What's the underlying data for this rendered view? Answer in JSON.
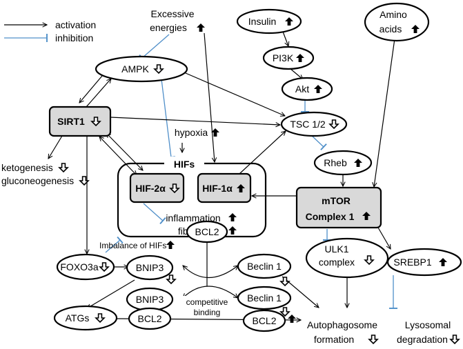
{
  "legend": {
    "activation": "activation",
    "inhibition": "inhibition"
  },
  "nodes": {
    "excessive_energies": [
      "Excessive",
      "energies"
    ],
    "insulin": "Insulin",
    "amino_acids": [
      "Amino",
      "acids"
    ],
    "pi3k": "PI3K",
    "ampk": "AMPK",
    "akt": "Akt",
    "sirt1": "SIRT1",
    "tsc": "TSC 1/2",
    "hypoxia": "hypoxia",
    "ketogenesis": "ketogenesis",
    "gluconeogenesis": "gluconeogenesis",
    "hifs": "HIFs",
    "rheb": "Rheb",
    "hif2a": "HIF-2α",
    "hif1a": "HIF-1α",
    "mtor": [
      "mTOR",
      "Complex 1"
    ],
    "inflammation": "inflammation",
    "fibrosis": "fibrosis",
    "imbalance": "Imbalance of HIFs",
    "bcl2_top": "BCL2",
    "ulk1": [
      "ULK1",
      "complex"
    ],
    "srebp1": "SREBP1",
    "foxo3a": "FOXO3a",
    "bnip3": "BNIP3",
    "beclin1": "Beclin 1",
    "bnip3_pair": "BNIP3",
    "bcl2_pair_left": "BCL2",
    "competitive": [
      "competitive",
      "binding"
    ],
    "beclin1_pair": "Beclin 1",
    "bcl2_pair_right": "BCL2",
    "atgs": "ATGs",
    "autophagosome": [
      "Autophagosome",
      "formation"
    ],
    "lysosomal": [
      "Lysosomal",
      "degradation"
    ]
  },
  "status": {
    "excessive_energies": "up",
    "insulin": "up",
    "amino_acids": "up",
    "pi3k": "up",
    "ampk": "down",
    "akt": "up",
    "sirt1": "down",
    "tsc": "down",
    "hypoxia": "up",
    "ketogenesis": "down",
    "gluconeogenesis": "down",
    "rheb": "up",
    "hif2a": "down",
    "hif1a": "up",
    "mtor": "up",
    "inflammation": "up",
    "fibrosis": "up",
    "imbalance": "up",
    "ulk1": "down",
    "srebp1": "up",
    "foxo3a": "down",
    "bnip3": "down",
    "beclin1": "down",
    "beclin1_pair": "down",
    "bcl2_pair_right": "up",
    "atgs": "down",
    "autophagosome": "down",
    "lysosomal": "down"
  }
}
